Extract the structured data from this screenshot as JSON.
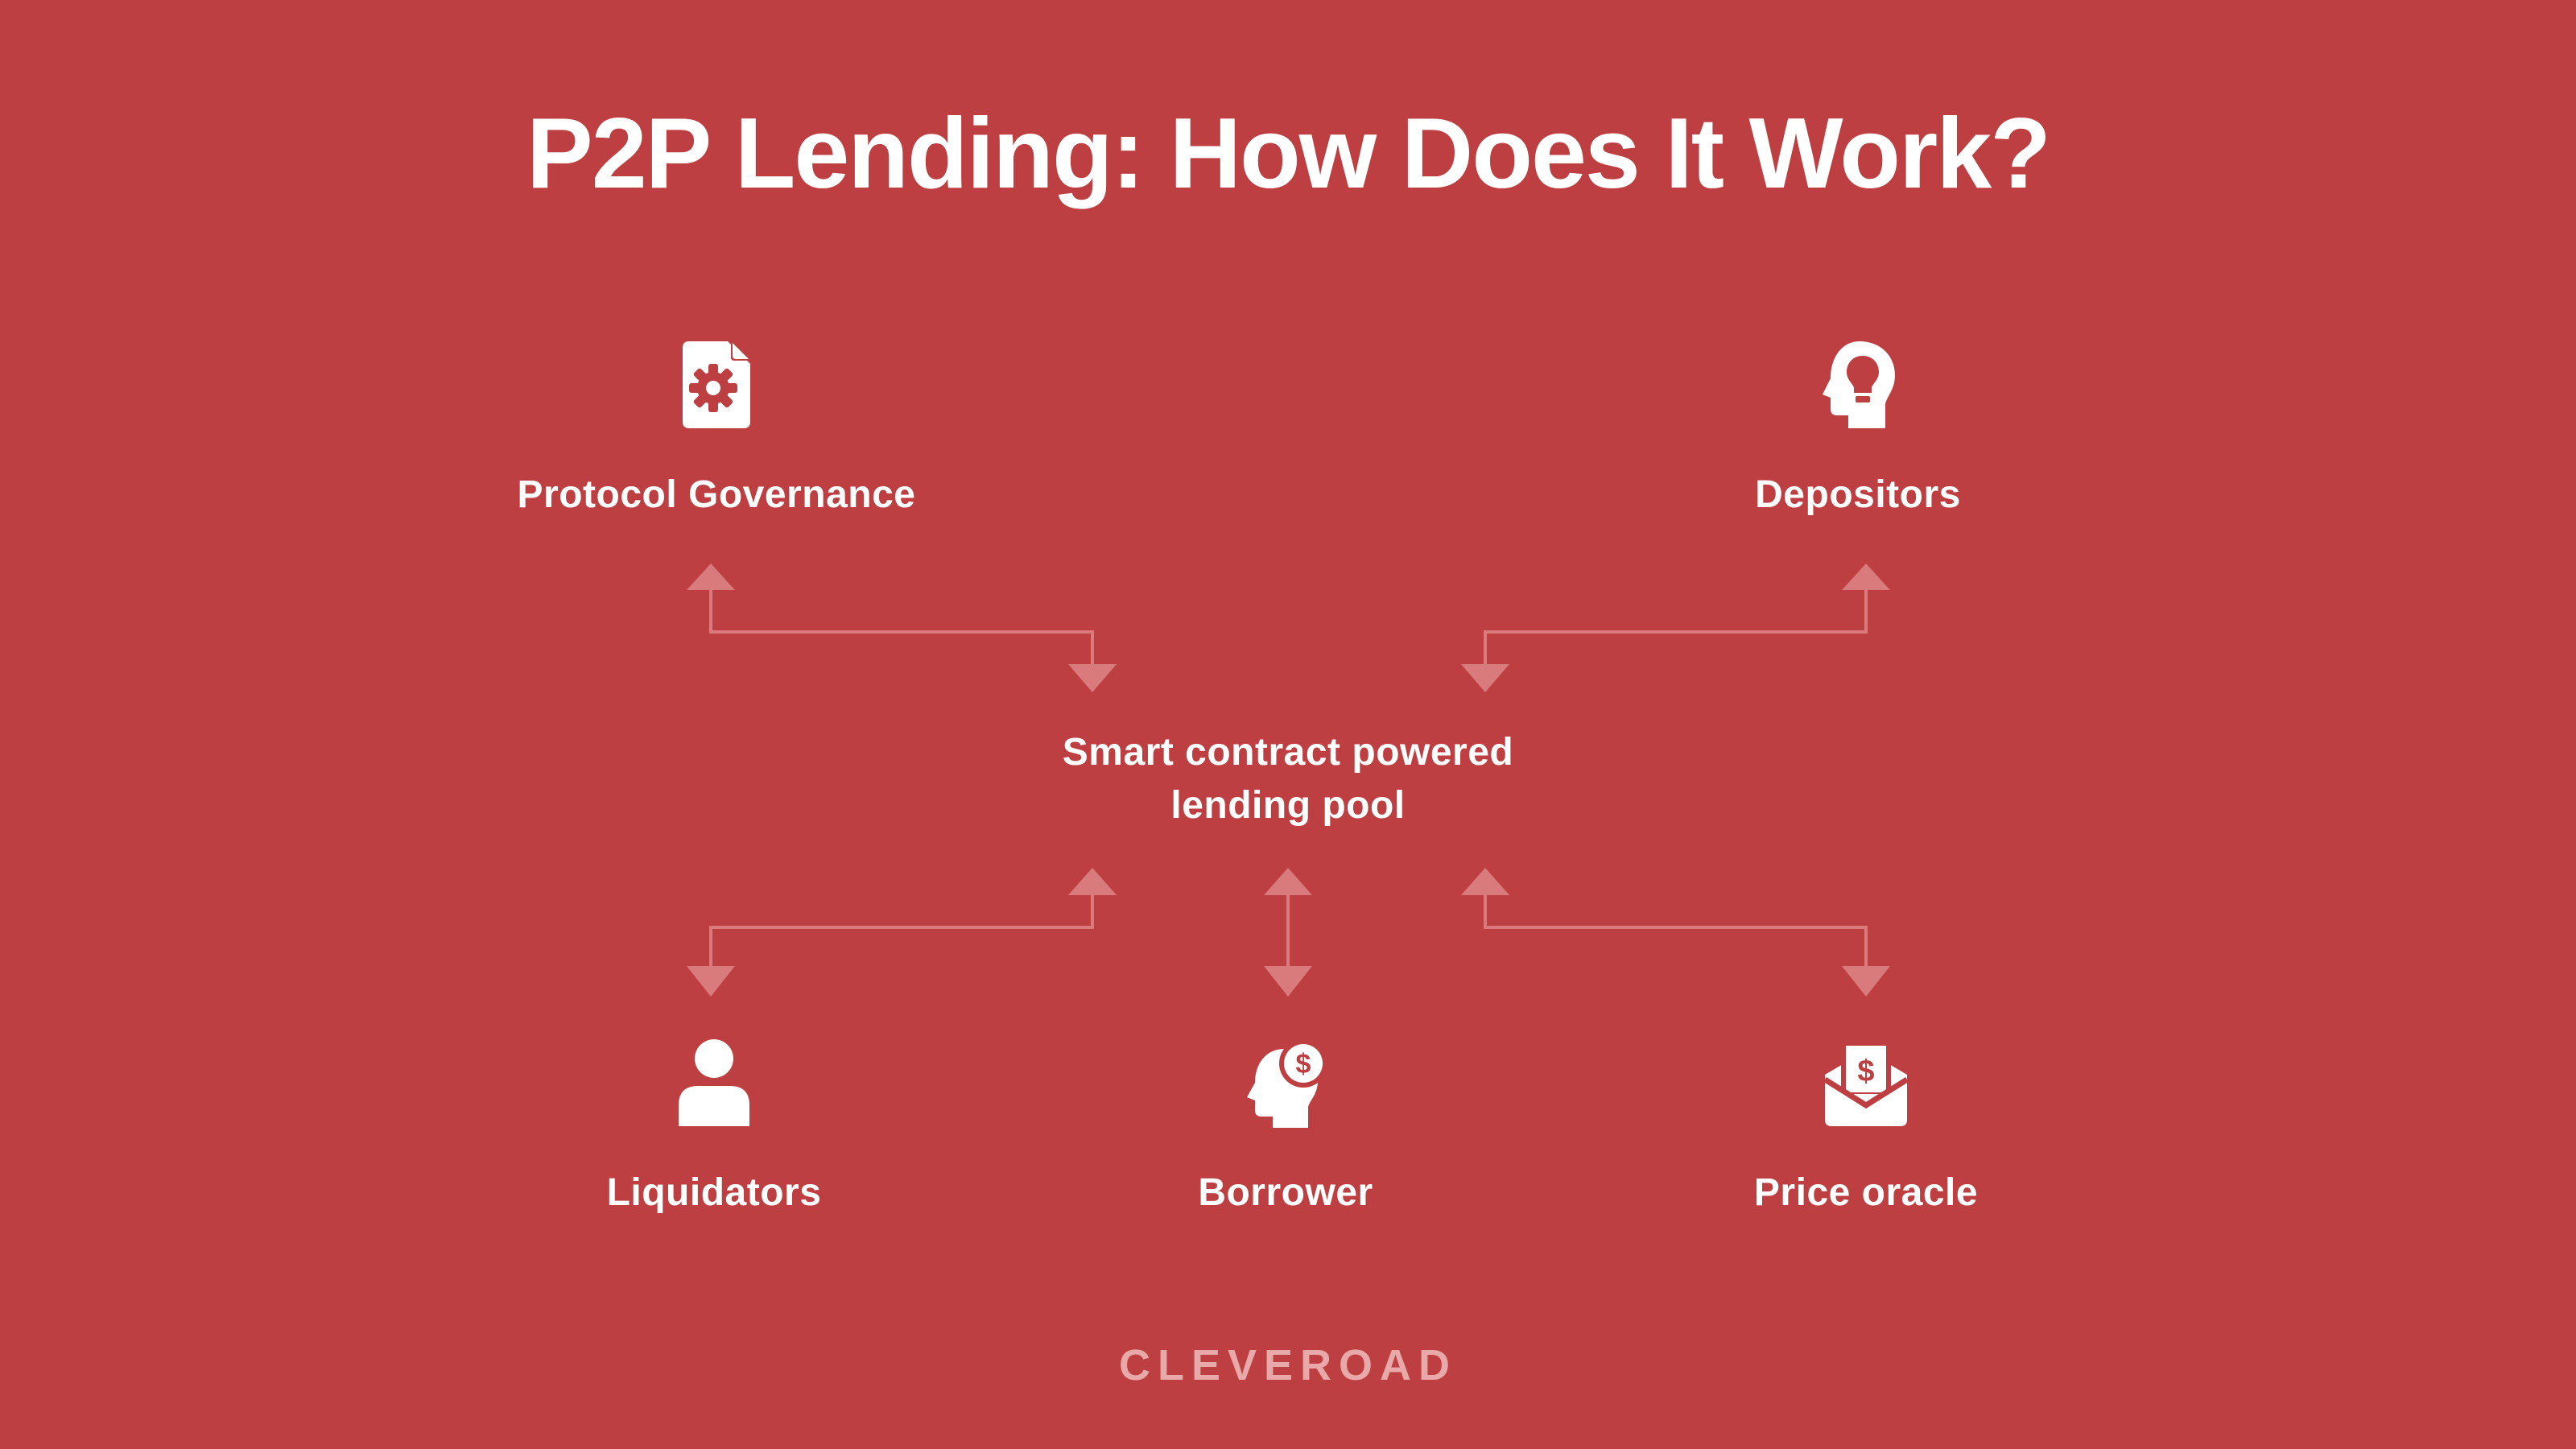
{
  "title": "P2P Lending: How Does It Work?",
  "center": {
    "line1": "Smart contract powered",
    "line2": "lending pool"
  },
  "nodes": {
    "governance": {
      "label": "Protocol Governance",
      "icon": "gear-document-icon"
    },
    "depositors": {
      "label": "Depositors",
      "icon": "head-lightbulb-icon"
    },
    "liquidators": {
      "label": "Liquidators",
      "icon": "person-icon"
    },
    "borrower": {
      "label": "Borrower",
      "icon": "head-dollar-icon"
    },
    "price_oracle": {
      "label": "Price oracle",
      "icon": "envelope-dollar-icon"
    }
  },
  "brand": "CLEVEROAD",
  "colors": {
    "background": "#bd3f41",
    "text": "#ffffff",
    "connector": "#d97b7c",
    "brand": "#e8a9a8"
  }
}
